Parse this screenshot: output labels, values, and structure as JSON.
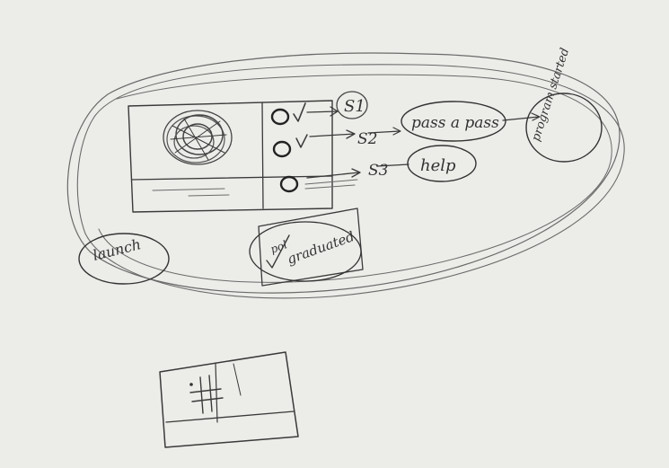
{
  "step_labels": [
    "S1",
    "S2",
    "S3"
  ],
  "callouts": {
    "pass_a_pass": "pass a pass",
    "help": "help",
    "program_started": "program started",
    "launch": "launch",
    "graduated": "graduated",
    "pol": "pol"
  },
  "colors": {
    "paper": "#ececea",
    "ink": "#3a3a3a"
  }
}
